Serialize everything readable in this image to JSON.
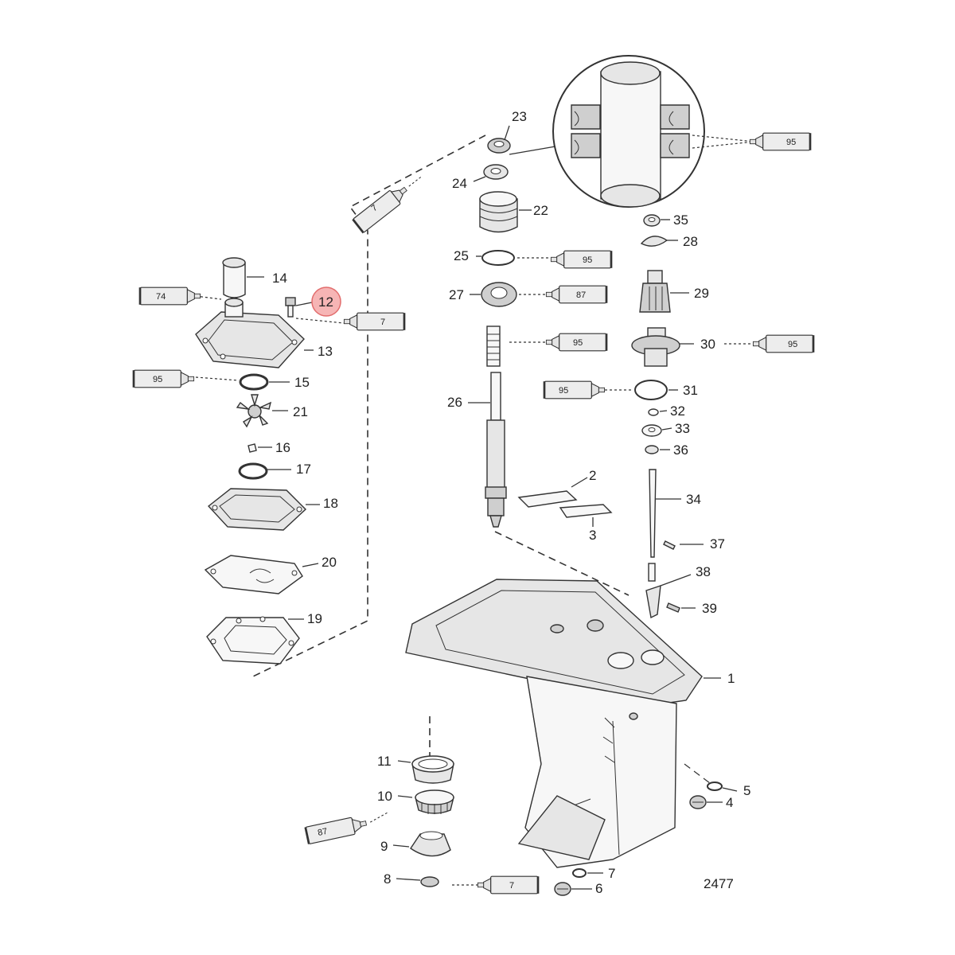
{
  "diagram": {
    "figure_number": "2477",
    "highlighted_callout": "12",
    "callouts": {
      "c1": "1",
      "c2": "2",
      "c3": "3",
      "c4": "4",
      "c5": "5",
      "c6": "6",
      "c7a": "7",
      "c8": "8",
      "c9": "9",
      "c10": "10",
      "c11": "11",
      "c12": "12",
      "c13": "13",
      "c14": "14",
      "c15": "15",
      "c16": "16",
      "c17": "17",
      "c18": "18",
      "c19": "19",
      "c20": "20",
      "c21": "21",
      "c22": "22",
      "c23": "23",
      "c24": "24",
      "c25": "25",
      "c26": "26",
      "c27": "27",
      "c28": "28",
      "c29": "29",
      "c30": "30",
      "c31": "31",
      "c32": "32",
      "c33": "33",
      "c34": "34",
      "c35": "35",
      "c36": "36",
      "c37": "37",
      "c38": "38",
      "c39": "39"
    },
    "tubes": {
      "t_top_right": "95",
      "t_7_upper": "7",
      "t_74": "74",
      "t_7_mid": "7",
      "t_95_left": "95",
      "t_95_25": "95",
      "t_87_27": "87",
      "t_95_26": "95",
      "t_95_30": "95",
      "t_95_31": "95",
      "t_87_bottom": "87",
      "t_7_bottom": "7"
    },
    "colors": {
      "highlight_fill": "#f6b5b5",
      "highlight_stroke": "#e26d6d",
      "line": "#333333"
    }
  }
}
